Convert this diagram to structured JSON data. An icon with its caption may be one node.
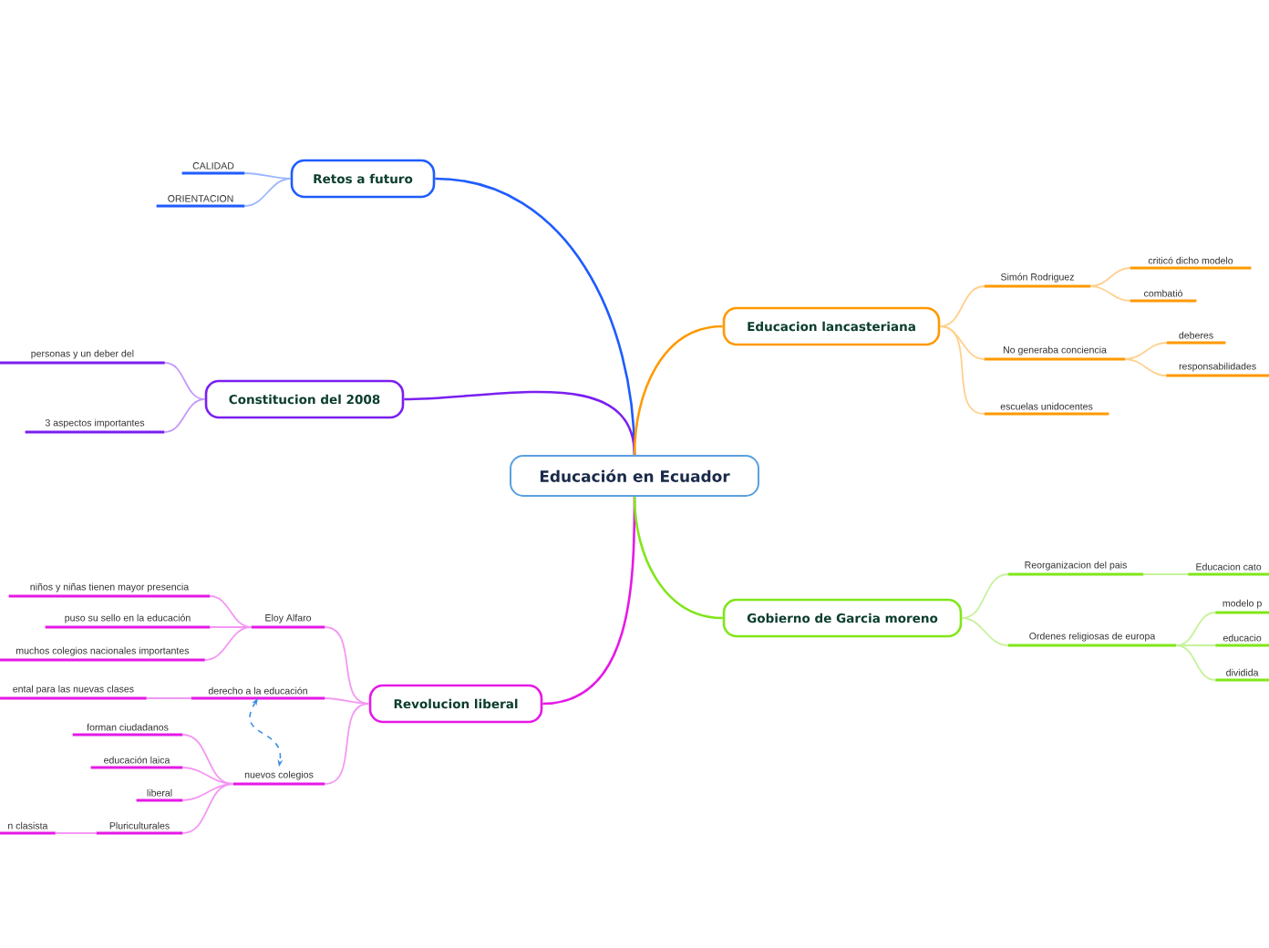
{
  "diagram": {
    "nodes": [
      {
        "text": [
          "Educación en Ecuador"
        ]
      },
      {
        "text": [
          "Retos a futuro"
        ]
      },
      {
        "text": [
          "CALIDAD"
        ]
      },
      {
        "text": [
          "ORIENTACION"
        ]
      },
      {
        "text": [
          "Constitucion del 2008"
        ]
      },
      {
        "text": [
          "personas y un deber del"
        ]
      },
      {
        "text": [
          "3 aspectos importantes"
        ]
      },
      {
        "text": [
          "Revolucion liberal"
        ]
      },
      {
        "text": [
          "Eloy Alfaro"
        ]
      },
      {
        "text": [
          "niños y niñas tienen mayor presencia"
        ]
      },
      {
        "text": [
          "puso su sello en la educación"
        ]
      },
      {
        "text": [
          "muchos colegios nacionales importantes"
        ]
      },
      {
        "text": [
          "derecho a la educación"
        ]
      },
      {
        "text": [
          "ental para las nuevas clases"
        ]
      },
      {
        "text": [
          "nuevos colegios"
        ]
      },
      {
        "text": [
          "forman ciudadanos"
        ]
      },
      {
        "text": [
          "educación laica"
        ]
      },
      {
        "text": [
          "liberal"
        ]
      },
      {
        "text": [
          "Pluriculturales"
        ]
      },
      {
        "text": [
          "n clasista"
        ]
      },
      {
        "text": [
          "Educacion lancasteriana"
        ]
      },
      {
        "text": [
          "Simón Rodriguez"
        ]
      },
      {
        "text": [
          "criticó dicho modelo"
        ]
      },
      {
        "text": [
          "combatió"
        ]
      },
      {
        "text": [
          "No generaba conciencia"
        ]
      },
      {
        "text": [
          "deberes"
        ]
      },
      {
        "text": [
          "responsabilidades"
        ]
      },
      {
        "text": [
          "escuelas unidocentes"
        ]
      },
      {
        "text": [
          "Gobierno de Garcia moreno"
        ]
      },
      {
        "text": [
          "Reorganizacion del pais"
        ]
      },
      {
        "text": [
          "Educacion cato"
        ]
      },
      {
        "text": [
          "Ordenes religiosas de europa"
        ]
      },
      {
        "text": [
          "modelo p"
        ]
      },
      {
        "text": [
          "educacio"
        ]
      },
      {
        "text": [
          "dividida"
        ]
      }
    ],
    "edges": [
      {
        "from": 0,
        "to": 1,
        "arrow": "none",
        "color": "#1f5cff"
      },
      {
        "from": 1,
        "to": 2,
        "arrow": "none",
        "color": "#9ab6ff"
      },
      {
        "from": 1,
        "to": 3,
        "arrow": "none",
        "color": "#9ab6ff"
      },
      {
        "from": 0,
        "to": 4,
        "arrow": "none",
        "color": "#7a1ff0"
      },
      {
        "from": 4,
        "to": 5,
        "arrow": "none",
        "color": "#c39af8"
      },
      {
        "from": 4,
        "to": 6,
        "arrow": "none",
        "color": "#c39af8"
      },
      {
        "from": 0,
        "to": 7,
        "arrow": "none",
        "color": "#e619e6"
      },
      {
        "from": 7,
        "to": 8,
        "arrow": "none",
        "color": "#f497f4"
      },
      {
        "from": 8,
        "to": 9,
        "arrow": "none",
        "color": "#f497f4"
      },
      {
        "from": 8,
        "to": 10,
        "arrow": "none",
        "color": "#f497f4"
      },
      {
        "from": 8,
        "to": 11,
        "arrow": "none",
        "color": "#f497f4"
      },
      {
        "from": 7,
        "to": 12,
        "arrow": "none",
        "color": "#f497f4"
      },
      {
        "from": 12,
        "to": 13,
        "arrow": "none",
        "color": "#f497f4"
      },
      {
        "from": 7,
        "to": 14,
        "arrow": "none",
        "color": "#f497f4"
      },
      {
        "from": 14,
        "to": 15,
        "arrow": "none",
        "color": "#f497f4"
      },
      {
        "from": 14,
        "to": 16,
        "arrow": "none",
        "color": "#f497f4"
      },
      {
        "from": 14,
        "to": 17,
        "arrow": "none",
        "color": "#f497f4"
      },
      {
        "from": 14,
        "to": 18,
        "arrow": "none",
        "color": "#f497f4"
      },
      {
        "from": 18,
        "to": 19,
        "arrow": "none",
        "color": "#f497f4"
      },
      {
        "from": 12,
        "to": 14,
        "arrow": "both",
        "style": "dashed",
        "color": "#3a8ee6"
      },
      {
        "from": 0,
        "to": 20,
        "arrow": "none",
        "color": "#ff9900"
      },
      {
        "from": 20,
        "to": 21,
        "arrow": "none",
        "color": "#ffd08c"
      },
      {
        "from": 21,
        "to": 22,
        "arrow": "none",
        "color": "#ffd08c"
      },
      {
        "from": 21,
        "to": 23,
        "arrow": "none",
        "color": "#ffd08c"
      },
      {
        "from": 20,
        "to": 24,
        "arrow": "none",
        "color": "#ffd08c"
      },
      {
        "from": 24,
        "to": 25,
        "arrow": "none",
        "color": "#ffd08c"
      },
      {
        "from": 24,
        "to": 26,
        "arrow": "none",
        "color": "#ffd08c"
      },
      {
        "from": 20,
        "to": 27,
        "arrow": "none",
        "color": "#ffd08c"
      },
      {
        "from": 0,
        "to": 28,
        "arrow": "none",
        "color": "#80e619"
      },
      {
        "from": 28,
        "to": 29,
        "arrow": "none",
        "color": "#c6f29a"
      },
      {
        "from": 29,
        "to": 30,
        "arrow": "none",
        "color": "#c6f29a"
      },
      {
        "from": 28,
        "to": 31,
        "arrow": "none",
        "color": "#c6f29a"
      },
      {
        "from": 31,
        "to": 32,
        "arrow": "none",
        "color": "#c6f29a"
      },
      {
        "from": 31,
        "to": 33,
        "arrow": "none",
        "color": "#c6f29a"
      },
      {
        "from": 31,
        "to": 34,
        "arrow": "none",
        "color": "#c6f29a"
      }
    ]
  }
}
